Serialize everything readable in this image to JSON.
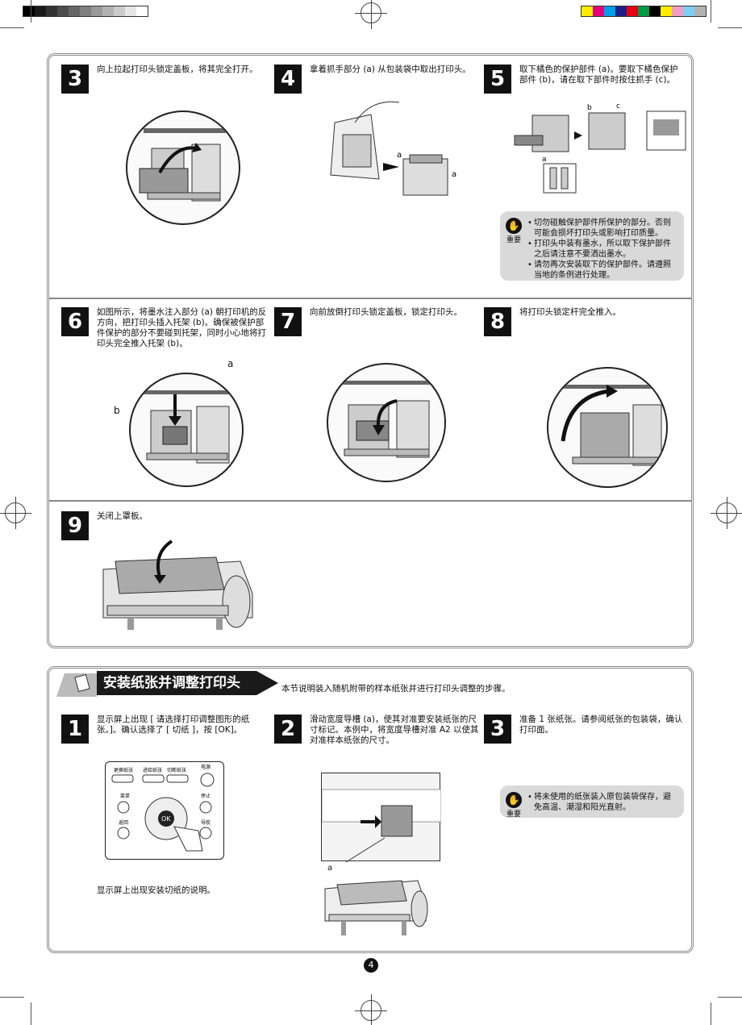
{
  "colors": {
    "gray_swatches": [
      "#000000",
      "#1a1a1a",
      "#333333",
      "#4d4d4d",
      "#666666",
      "#808080",
      "#999999",
      "#b3b3b3",
      "#cccccc",
      "#e6e6e6",
      "#ffffff"
    ],
    "color_swatches": [
      "#ffed00",
      "#e6007e",
      "#00a0e9",
      "#1d2088",
      "#e60012",
      "#009944",
      "#000000",
      "#ffed00",
      "#f19ec2",
      "#7fcef4",
      "#b3b3b3"
    ],
    "panel_border": "#8a8a8a",
    "note_bg": "#d9d9d9"
  },
  "steps_top": [
    {
      "num": "3",
      "text": "向上拉起打印头锁定盖板，将其完全打开。"
    },
    {
      "num": "4",
      "text": "拿着抓手部分 (a) 从包装袋中取出打印头。"
    },
    {
      "num": "5",
      "text": "取下橘色的保护部件 (a)。要取下橘色保护部件 (b)，请在取下部件时按住抓手 (c)。"
    },
    {
      "num": "6",
      "text": "如图所示，将墨水注入部分 (a) 朝打印机的反方向，把打印头插入托架 (b)。确保被保护部件保护的部分不要碰到托架，同时小心地将打印头完全推入托架 (b)。"
    },
    {
      "num": "7",
      "text": "向前放倒打印头锁定盖板，锁定打印头。"
    },
    {
      "num": "8",
      "text": "将打印头锁定杆完全推入。"
    },
    {
      "num": "9",
      "text": "关闭上罩板。"
    }
  ],
  "labels": {
    "a": "a",
    "b": "b",
    "c": "c"
  },
  "note_top": {
    "icon": "hand-stop-icon",
    "heading": "重要",
    "items": [
      "切勿碰触保护部件所保护的部分。否则可能会损坏打印头或影响打印质量。",
      "打印头中装有墨水，所以取下保护部件之后请注意不要洒出墨水。",
      "请勿再次安装取下的保护部件。请遵照当地的条例进行处理。"
    ]
  },
  "section": {
    "title": "安装纸张并调整打印头",
    "description": "本节说明装入随机附带的样本纸张并进行打印头调整的步骤。"
  },
  "steps_bottom": [
    {
      "num": "1",
      "text": "显示屏上出现 [ 请选择打印调整图形的纸张。]。确认选择了 [ 切纸 ]，按 [OK]。",
      "after": "显示屏上出现安装切纸的说明。"
    },
    {
      "num": "2",
      "text": "滑动宽度导槽 (a)，使其对准要安装纸张的尺寸标记。本例中，将宽度导槽对准 A2 以使其对准样本纸张的尺寸。"
    },
    {
      "num": "3",
      "text": "准备 1 张纸张。请参阅纸张的包装袋，确认打印面。"
    }
  ],
  "control_panel": {
    "buttons": [
      "更换纸张",
      "进给纸张",
      "切断纸张",
      "电源",
      "菜单",
      "停止",
      "返回",
      "导航"
    ],
    "ok": "OK"
  },
  "note_bottom": {
    "icon": "hand-stop-icon",
    "heading": "重要",
    "items": [
      "将未使用的纸张装入原包装袋保存，避免高温、潮湿和阳光直射。"
    ]
  },
  "page_number": "4"
}
